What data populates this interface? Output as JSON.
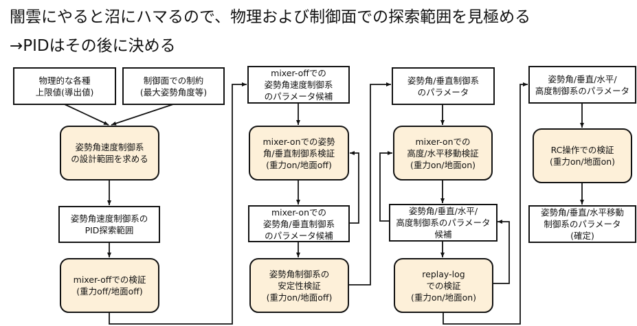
{
  "title": {
    "line1": "闇雲にやると沼にハマるので、物理および制御面での探索範囲を見極める",
    "line2": "→PIDはその後に決める"
  },
  "colors": {
    "process_fill": "#fdf0d9",
    "border": "#111111"
  },
  "boxes": {
    "physical_limits": "物理的な各種\n上限値(導出値)",
    "control_constraints": "制御面での制約\n(最大姿勢角度等)",
    "rate_design_range": "姿勢角速度制御系\nの設計範囲を求める",
    "rate_pid_range": "姿勢角速度制御系の\nPID探索範囲",
    "mixer_off_verify": "mixer-offでの検証\n(重力off/地面off)",
    "mixer_off_candidates": "mixer-offでの\n姿勢角速度制御系\nのパラメータ候補",
    "mixer_on_attitude_verify": "mixer-onでの姿勢\n角/垂直制御系検証\n(重力on/地面off)",
    "mixer_on_candidates": "mixer-onでの\n姿勢角/垂直制御系\nのパラメータ候補",
    "attitude_stability_verify": "姿勢角制御系の\n安定性検証\n(重力on/地面off)",
    "attitude_vertical_params": "姿勢角/垂直制御系\nのパラメータ",
    "altitude_horizontal_verify": "mixer-onでの\n高度/水平移動検証\n(重力on/地面on)",
    "all_candidates": "姿勢角/垂直/水平/\n高度制御系のパラメータ\n候補",
    "replay_log_verify": "replay-log\nでの検証\n(重力on/地面on)",
    "all_params": "姿勢角/垂直/水平/\n高度制御系のパラメータ",
    "rc_verify": "RC操作での検証\n(重力on/地面on)",
    "final_params": "姿勢角/垂直/水平移動\n制御系のパラメータ\n(確定)"
  }
}
